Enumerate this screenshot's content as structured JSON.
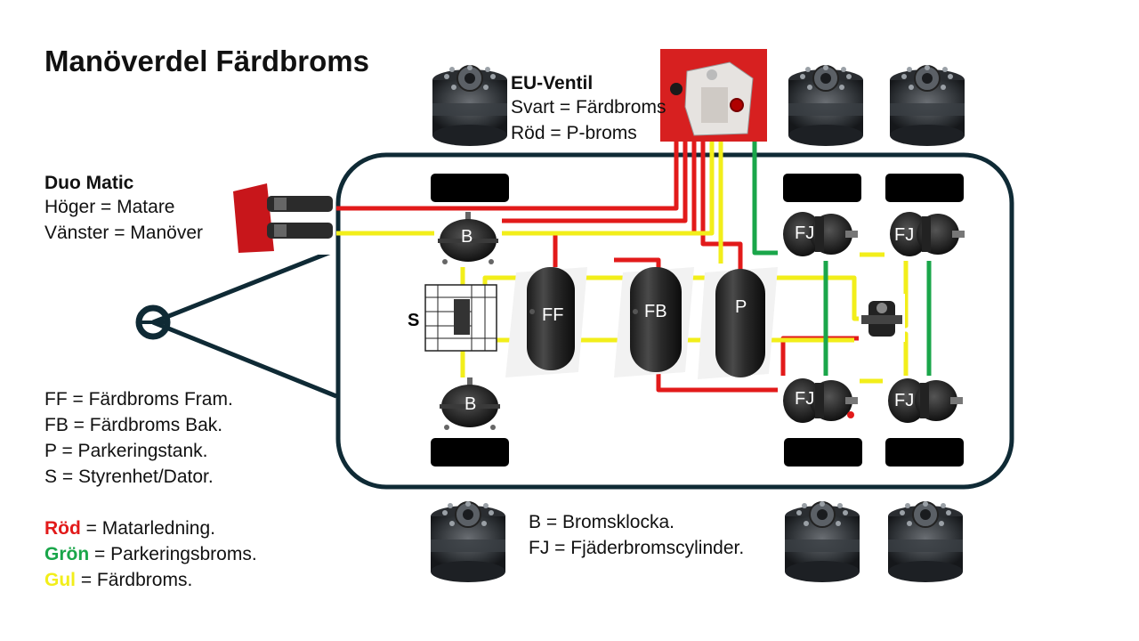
{
  "title": "Manöverdel Färdbroms",
  "eu_valve": {
    "heading": "EU-Ventil",
    "line1": "Svart = Färdbroms",
    "line2": "Röd = P-broms"
  },
  "duo_matic": {
    "heading": "Duo Matic",
    "line1": "Höger = Matare",
    "line2": "Vänster = Manöver"
  },
  "abbreviations": [
    "FF = Färdbroms Fram.",
    "FB = Färdbroms Bak.",
    "P = Parkeringstank.",
    "S = Styrenhet/Dator."
  ],
  "color_legend": [
    {
      "word": "Röd",
      "rest": " = Matarledning.",
      "color": "#e21a1a"
    },
    {
      "word": "Grön",
      "rest": " = Parkeringsbroms.",
      "color": "#1aa64a"
    },
    {
      "word": "Gul",
      "rest": " = Färdbroms.",
      "color": "#f2ee1a"
    }
  ],
  "component_legend": [
    "B = Bromsklocka.",
    "FJ = Fjäderbromscylinder."
  ],
  "diagram_labels": {
    "tank_ff": "FF",
    "tank_fb": "FB",
    "tank_p": "P",
    "control_unit": "S",
    "brake_chamber": "B",
    "spring_cylinder": "FJ"
  },
  "colors": {
    "frame": "#0f2a35",
    "supply_red": "#e21a1a",
    "park_green": "#1aa64a",
    "service_yellow": "#f2ee1a",
    "eu_valve_bg": "#d72020"
  },
  "icons": [
    "brake-drum-icon",
    "eu-valve-icon",
    "duo-matic-coupling-icon",
    "air-tank-icon",
    "control-unit-icon",
    "brake-chamber-icon",
    "spring-brake-cylinder-icon",
    "relay-valve-icon",
    "tow-eye-icon"
  ]
}
